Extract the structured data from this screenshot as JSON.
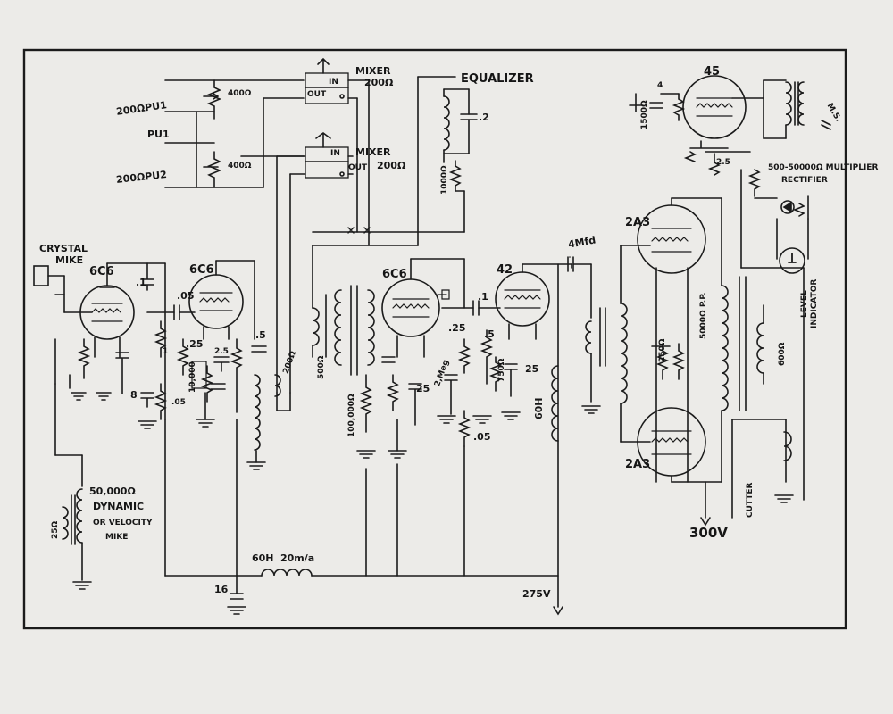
{
  "schematic": {
    "labels": {
      "mixer_top": "MIXER",
      "mixer_top_val": "200Ω",
      "mixer_bot": "MIXER",
      "mixer_bot_val": "200Ω",
      "in": "IN",
      "out": "OUT",
      "pu1": "200ΩPU1",
      "pu": "PU1",
      "pu2": "200ΩPU2",
      "r400a": "400Ω",
      "r400b": "400Ω",
      "equalizer": "EQUALIZER",
      "eq_cap": ".2",
      "eq_res": "1000Ω",
      "crystal": "CRYSTAL",
      "mike": "MIKE",
      "tube1": "6C6",
      "tube2": "6C6",
      "tube3": "6C6",
      "tube4": "42",
      "tube5": "2A3",
      "tube6": "2A3",
      "tube7": "45",
      "cap_4mfd": "4Mfd",
      "r50000": "50,000Ω",
      "dynamic": "DYNAMIC",
      "or_velocity": "OR VELOCITY",
      "mike2": "MIKE",
      "r25": "25Ω",
      "choke": "60H",
      "choke_cur": "20m/a",
      "v275": "275V",
      "v300": "300V",
      "cap16": "16",
      "choke60h": "60H",
      "r500": "500Ω",
      "r200": "200Ω",
      "r100000": "100,000Ω",
      "r5000pp": "5000Ω P.P.",
      "r750": "750Ω",
      "r2_5": "2.5",
      "r_mult": "500-50000Ω MULTIPLIER",
      "rectifier": "RECTIFIER",
      "level": "LEVEL",
      "indicator": "INDICATOR",
      "cutter": "CUTTER",
      "r600": "600Ω",
      "ms": "M.S.",
      "r1500": "1500Ω",
      "c05a": ".05",
      "c05b": ".05",
      "c1a": ".1",
      "c1b": ".1",
      "c5a": ".5",
      "c5b": ".5",
      "c25a": ".25",
      "c25b": ".25",
      "c25c": "25",
      "r1meg": "1",
      "c8": "8",
      "r10000": "10,000",
      "r2m": "2,Meg",
      "r05": ".05",
      "r250": "250Ω",
      "c25d": "25",
      "r15_5": "2.5",
      "c4": "4"
    }
  }
}
